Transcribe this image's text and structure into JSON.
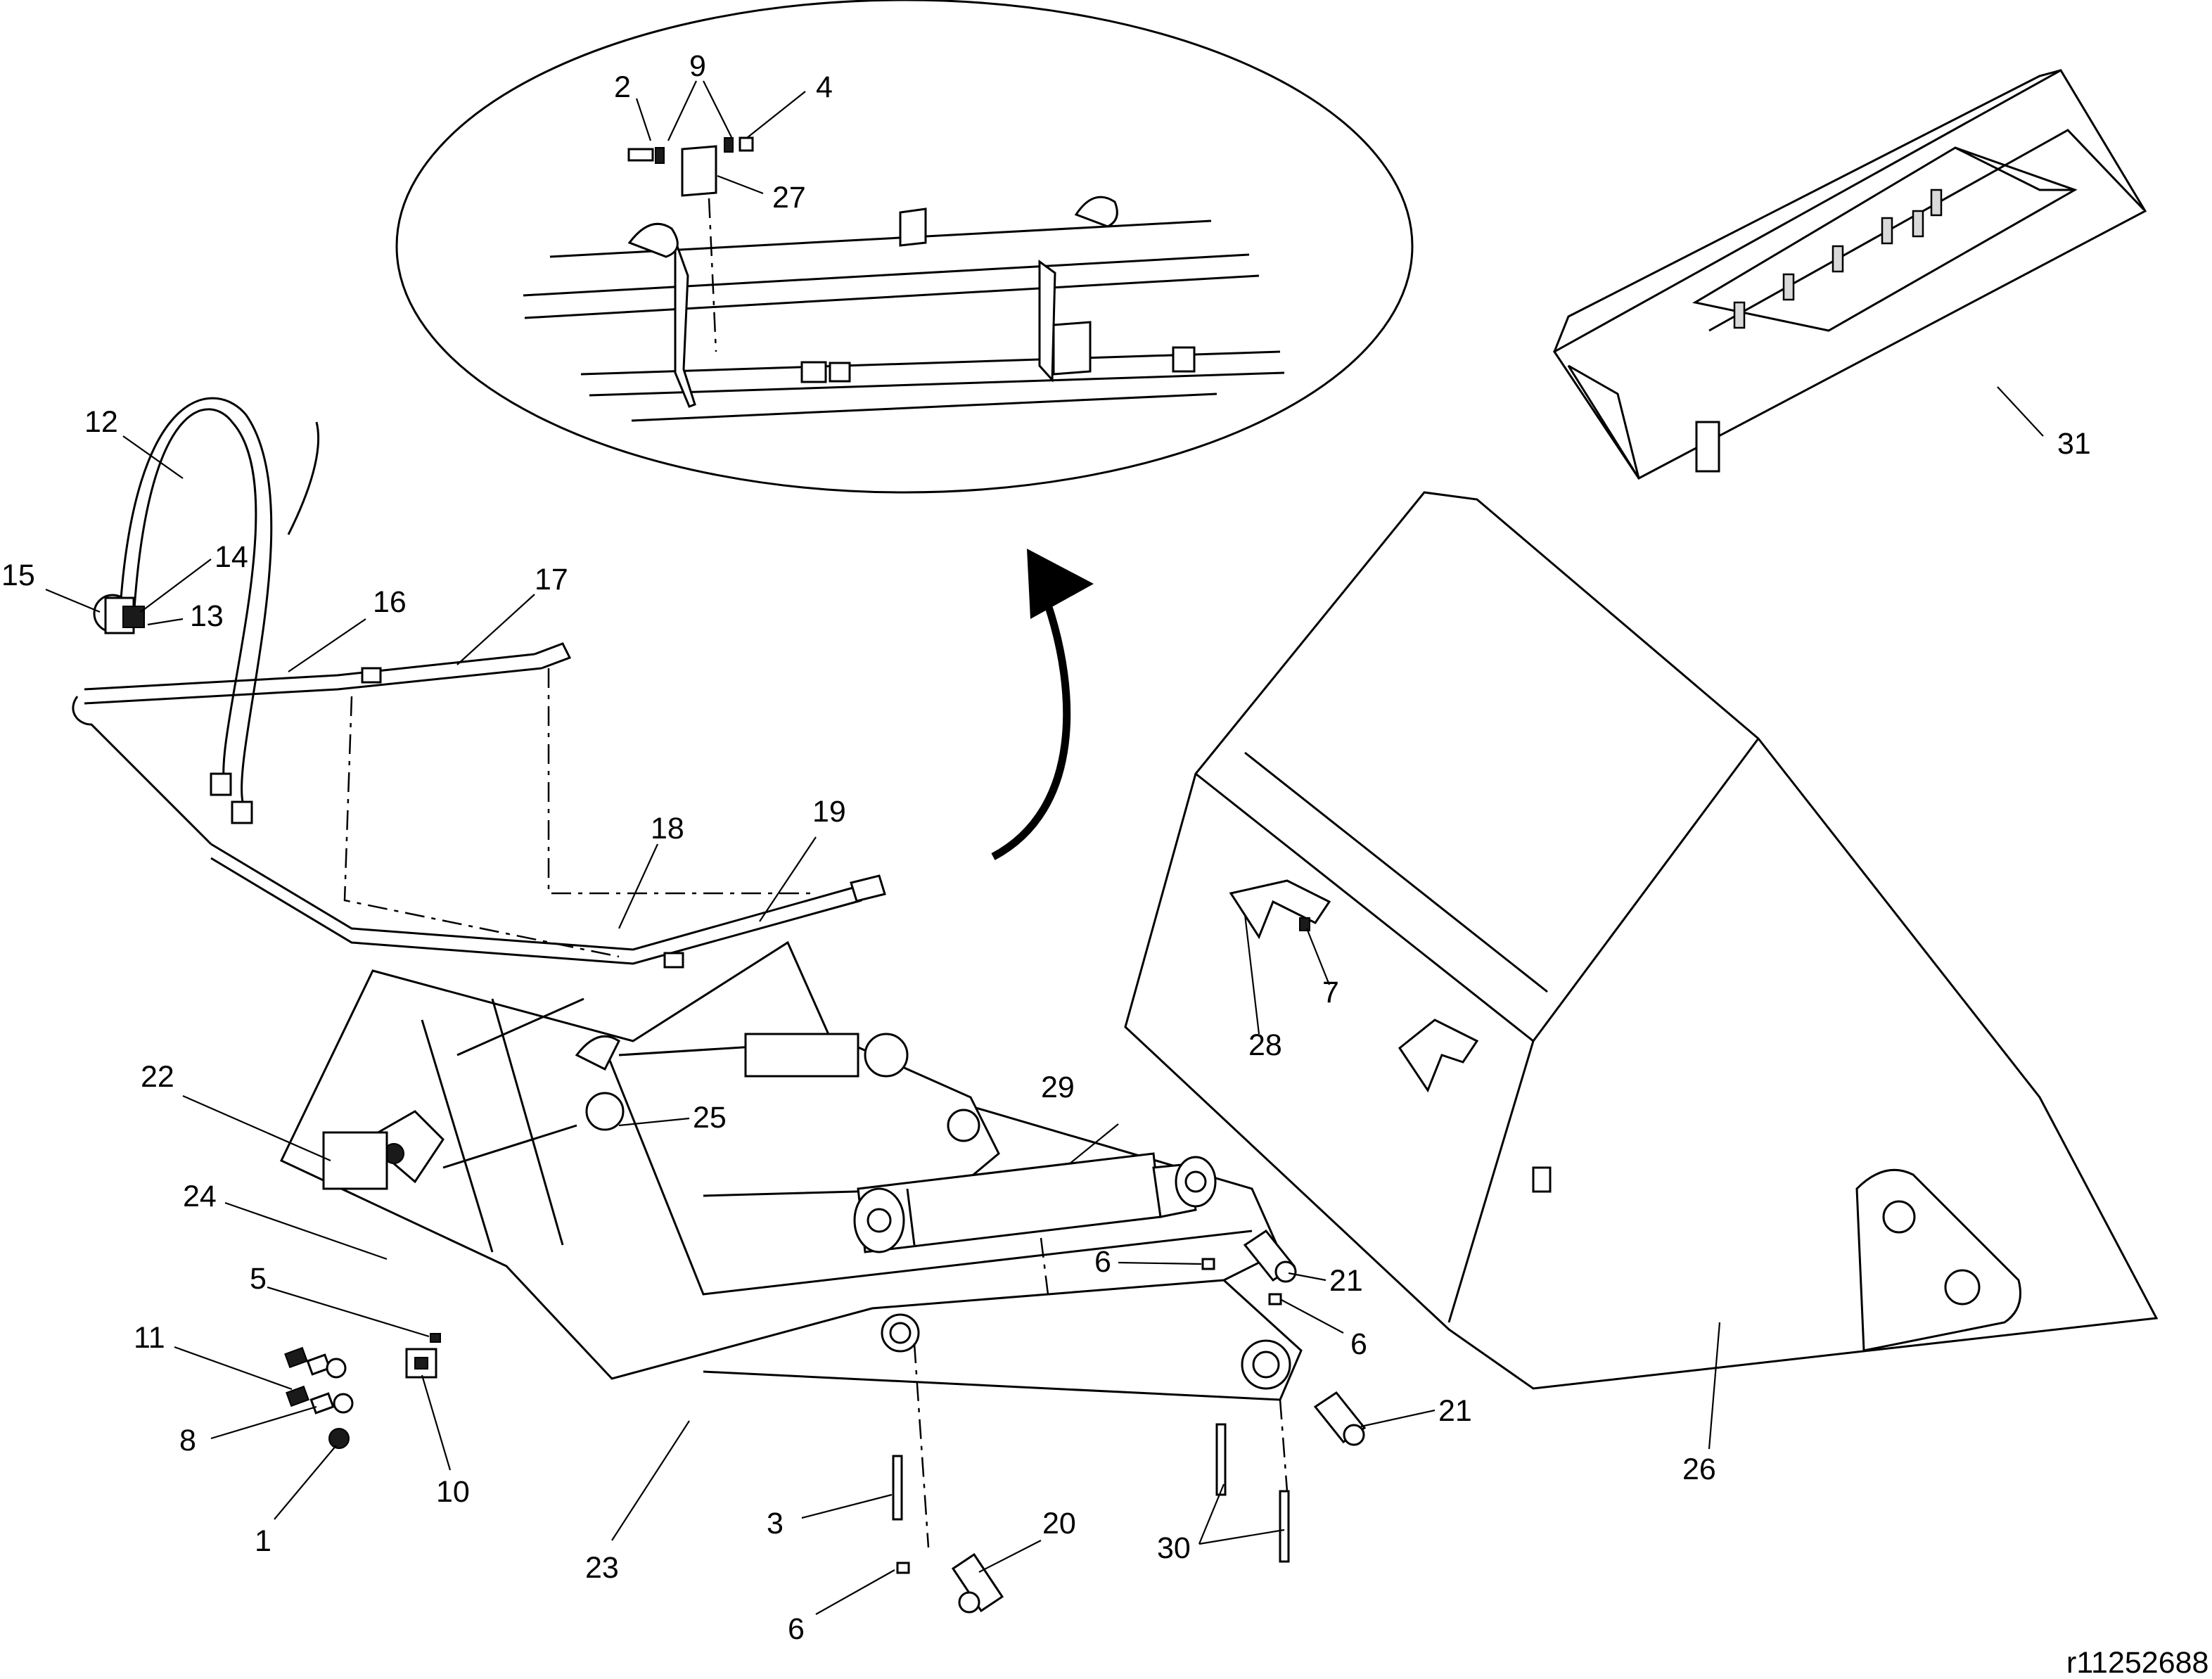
{
  "figure_id": "r11252688",
  "callouts": [
    {
      "id": "c1",
      "label": "1"
    },
    {
      "id": "c2",
      "label": "2"
    },
    {
      "id": "c3",
      "label": "3"
    },
    {
      "id": "c4",
      "label": "4"
    },
    {
      "id": "c5",
      "label": "5"
    },
    {
      "id": "c6a",
      "label": "6"
    },
    {
      "id": "c6b",
      "label": "6"
    },
    {
      "id": "c6c",
      "label": "6"
    },
    {
      "id": "c7",
      "label": "7"
    },
    {
      "id": "c8",
      "label": "8"
    },
    {
      "id": "c9",
      "label": "9"
    },
    {
      "id": "c10",
      "label": "10"
    },
    {
      "id": "c11",
      "label": "11"
    },
    {
      "id": "c12",
      "label": "12"
    },
    {
      "id": "c13",
      "label": "13"
    },
    {
      "id": "c14",
      "label": "14"
    },
    {
      "id": "c15",
      "label": "15"
    },
    {
      "id": "c16",
      "label": "16"
    },
    {
      "id": "c17",
      "label": "17"
    },
    {
      "id": "c18",
      "label": "18"
    },
    {
      "id": "c19",
      "label": "19"
    },
    {
      "id": "c20",
      "label": "20"
    },
    {
      "id": "c21a",
      "label": "21"
    },
    {
      "id": "c21b",
      "label": "21"
    },
    {
      "id": "c22",
      "label": "22"
    },
    {
      "id": "c23",
      "label": "23"
    },
    {
      "id": "c24",
      "label": "24"
    },
    {
      "id": "c25",
      "label": "25"
    },
    {
      "id": "c26",
      "label": "26"
    },
    {
      "id": "c27",
      "label": "27"
    },
    {
      "id": "c28",
      "label": "28"
    },
    {
      "id": "c29",
      "label": "29"
    },
    {
      "id": "c30",
      "label": "30"
    },
    {
      "id": "c31",
      "label": "31"
    }
  ]
}
